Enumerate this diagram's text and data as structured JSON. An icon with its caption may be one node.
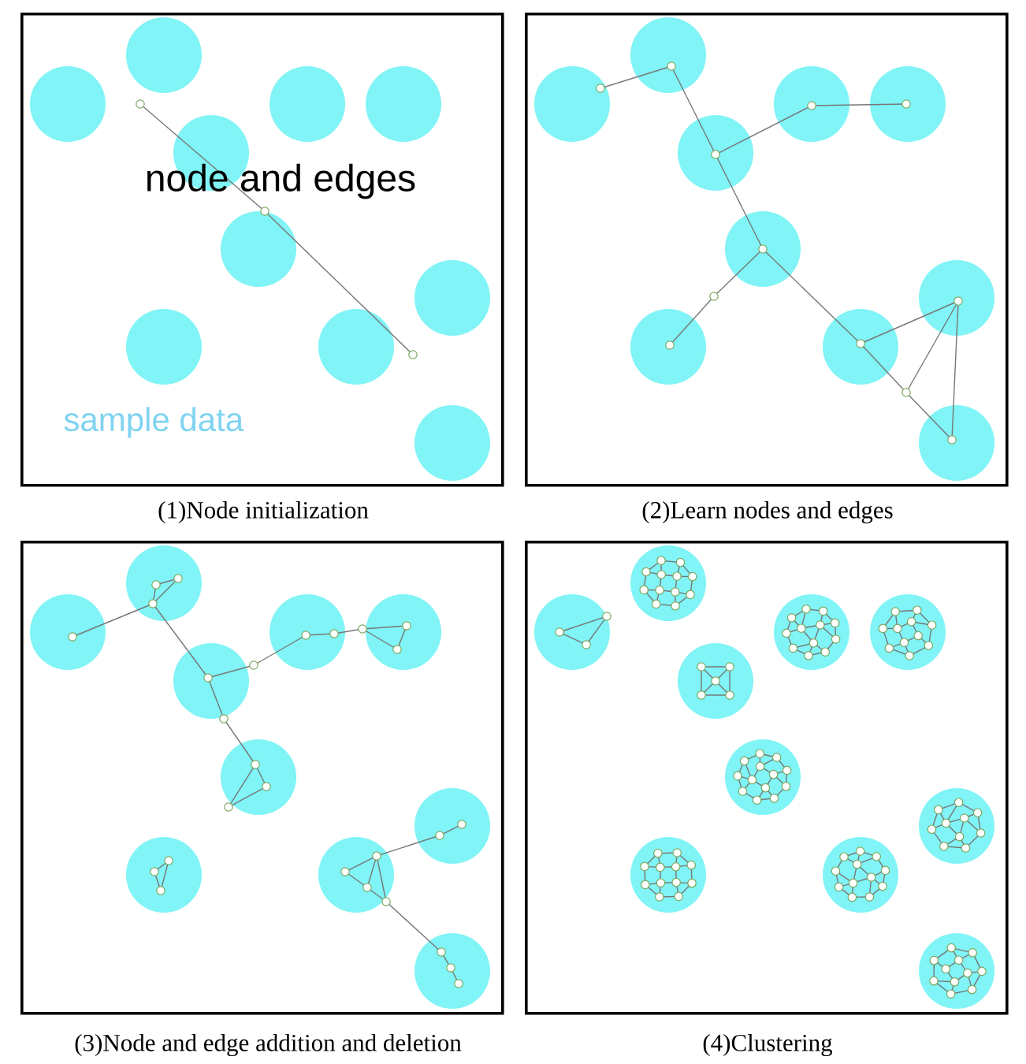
{
  "diagram": {
    "nodes": [
      {
        "text": [],
        "shape": "box",
        "beside": [
          "(1)Node initialization"
        ]
      },
      {
        "text": [],
        "shape": "box",
        "beside": [
          "(2)Learn nodes and edges"
        ]
      },
      {
        "text": [],
        "shape": "box",
        "beside": [
          "(3)Node and edge addition and deletion"
        ]
      },
      {
        "text": [],
        "shape": "box",
        "beside": [
          "(4)Clustering"
        ]
      }
    ],
    "labels": [
      "node and edges",
      "sample data"
    ]
  }
}
